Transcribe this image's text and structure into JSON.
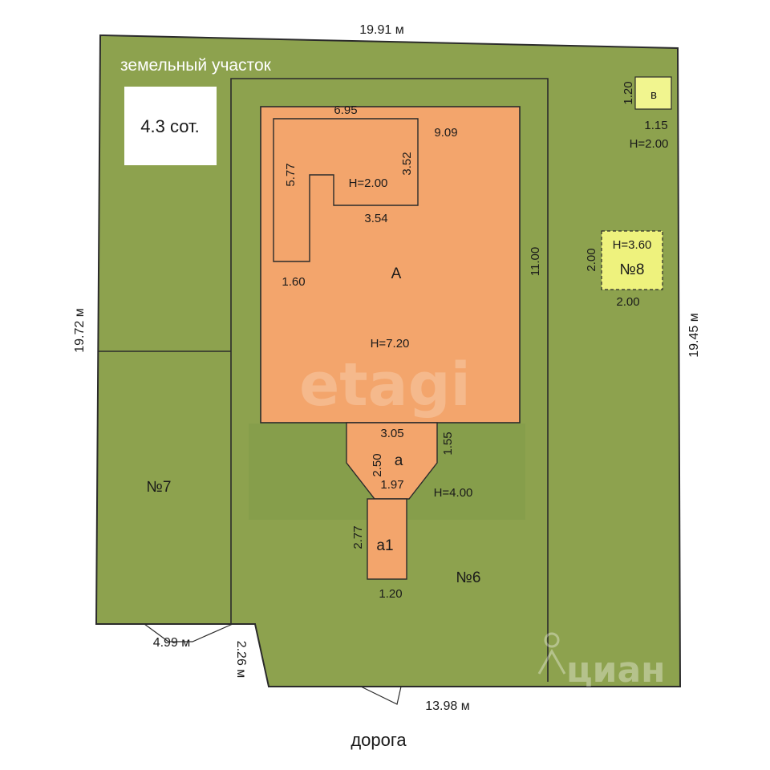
{
  "plot": {
    "title": "земельный участок",
    "area_label": "4.3 сот.",
    "dims": {
      "top": "19.91 м",
      "left": "19.72 м",
      "right": "19.45 м",
      "bottom": "13.98 м",
      "bottom_left": "4.99 м",
      "corner": "2.26 м"
    },
    "road": "дорога"
  },
  "house_a": {
    "label": "А",
    "height": "Н=7.20",
    "dims": {
      "width": "9.09",
      "depth": "11.00"
    },
    "inner": {
      "height": "Н=2.00",
      "top": "6.95",
      "right": "3.52",
      "left": "5.77",
      "bottom": "3.54",
      "leg": "1.60"
    }
  },
  "annex_a": {
    "label": "а",
    "height": "Н=4.00",
    "dims": {
      "top": "3.05",
      "side": "1.55",
      "depth": "2.50",
      "bottom": "1.97"
    }
  },
  "annex_a1": {
    "label": "а1",
    "dims": {
      "depth": "2.77",
      "width": "1.20"
    }
  },
  "shed_v": {
    "label": "в",
    "dims": {
      "side": "1.20",
      "width": "1.15"
    },
    "height": "Н=2.00"
  },
  "building_8": {
    "label": "№8",
    "height": "Н=3.60",
    "dims": {
      "side": "2.00",
      "width": "2.00"
    }
  },
  "plots": {
    "n7": "№7",
    "n6": "№6"
  },
  "watermarks": {
    "center": "etagi",
    "corner": "циан"
  },
  "colors": {
    "ground": "#8da24e",
    "house": "#f3a56c",
    "building_8": "#eef27d",
    "shed": "#f1f58f",
    "outline": "#2b2b2b"
  }
}
